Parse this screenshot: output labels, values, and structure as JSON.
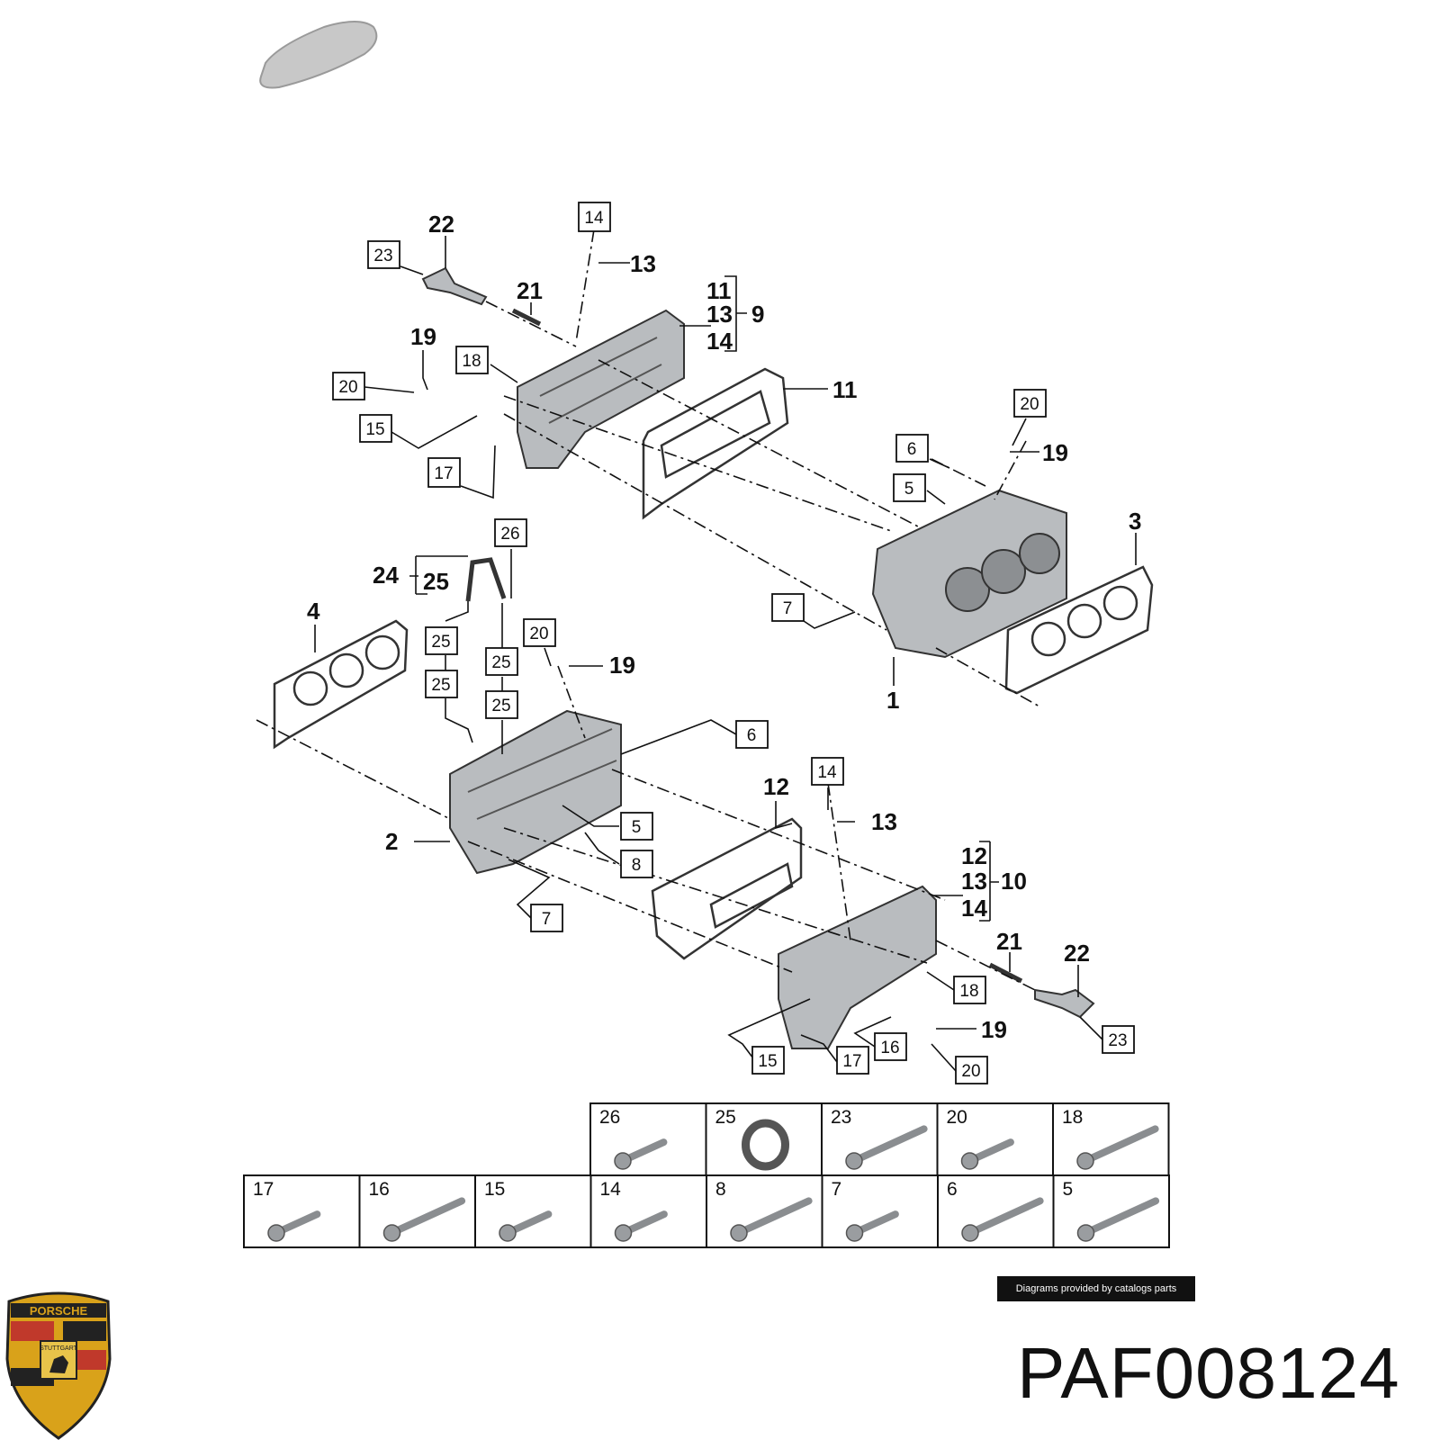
{
  "diagram": {
    "callouts": {
      "p22a": "22",
      "p23a": "23",
      "p14a": "14",
      "p13a": "13",
      "p21a": "21",
      "p11a": "11",
      "p13b": "13",
      "p9": "9",
      "p14b": "14",
      "p19a": "19",
      "p18a": "18",
      "p20a": "20",
      "p15a": "15",
      "p17a": "17",
      "p11b": "11",
      "p20b": "20",
      "p6a": "6",
      "p19b": "19",
      "p5a": "5",
      "p3": "3",
      "p7a": "7",
      "p1": "1",
      "p26": "26",
      "p24": "24",
      "p25a": "25",
      "p4": "4",
      "p25b": "25",
      "p25c": "25",
      "p25d": "25",
      "p25e": "25",
      "p20c": "20",
      "p19c": "19",
      "p6b": "6",
      "p2": "2",
      "p5b": "5",
      "p8": "8",
      "p7b": "7",
      "p12a": "12",
      "p14c": "14",
      "p13c": "13",
      "p12b": "12",
      "p13d": "13",
      "p10": "10",
      "p14d": "14",
      "p21b": "21",
      "p22b": "22",
      "p18b": "18",
      "p19d": "19",
      "p15b": "15",
      "p17b": "17",
      "p16": "16",
      "p20d": "20",
      "p23b": "23"
    }
  },
  "legend_row1": [
    "26",
    "25",
    "23",
    "20",
    "18"
  ],
  "legend_row2": [
    "17",
    "16",
    "15",
    "14",
    "8",
    "7",
    "6",
    "5"
  ],
  "credit": "Diagrams provided by catalogs parts",
  "part_number": "PAF008124",
  "logo": {
    "brand": "PORSCHE",
    "city": "STUTTGART"
  }
}
